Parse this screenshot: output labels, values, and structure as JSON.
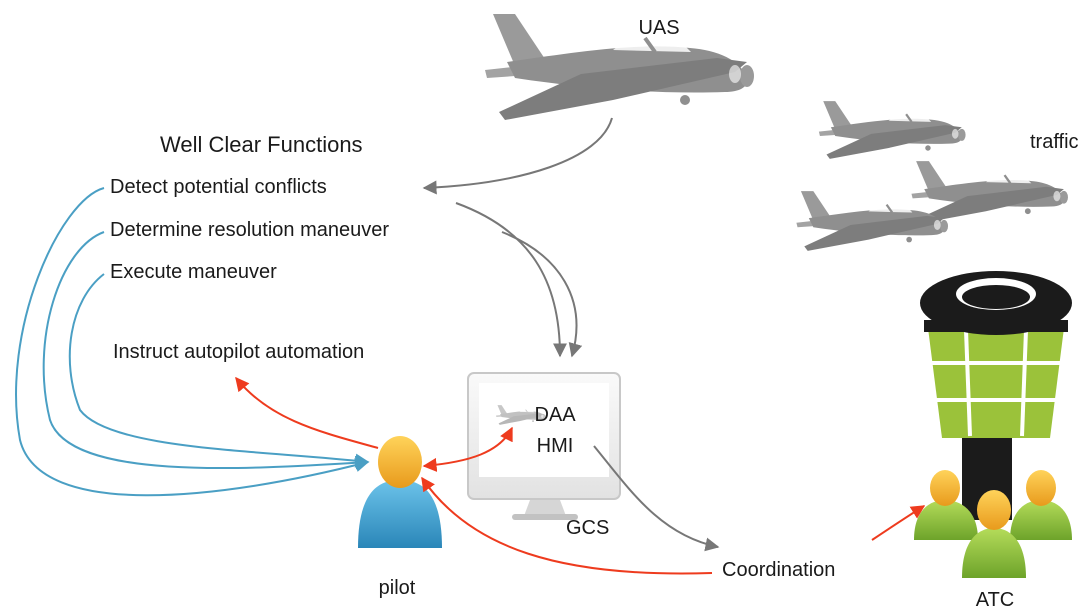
{
  "labels": {
    "uas": "UAS",
    "traffic": "traffic",
    "functions_title": "Well Clear Functions",
    "fn_detect": "Detect potential conflicts",
    "fn_determine": "Determine resolution maneuver",
    "fn_execute": "Execute maneuver",
    "fn_instruct": "Instruct autopilot automation",
    "daa": "DAA",
    "hmi": "HMI",
    "gcs": "GCS",
    "pilot": "pilot",
    "coordination": "Coordination",
    "atc": "ATC"
  },
  "colors": {
    "gray_arrow": "#777777",
    "blue_line": "#4a9fc4",
    "red_arrow": "#ee3b1e",
    "tower_green": "#9bc23a",
    "aircraft_gray": "#8f8f8f",
    "person_blue": "#3d9fd0",
    "person_green": "#84b83a",
    "head_yellow": "#f3b72a"
  }
}
